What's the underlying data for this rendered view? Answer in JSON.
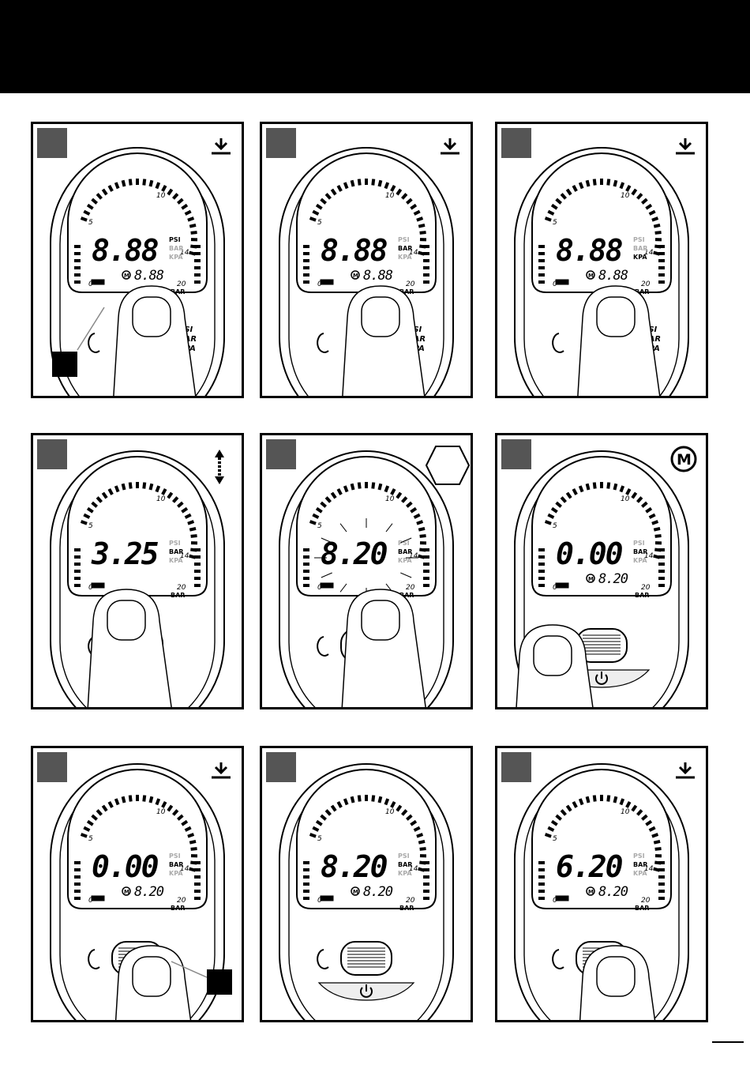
{
  "panels": [
    {
      "main": "8.88",
      "sub": "8.88",
      "units": [
        "PSI",
        "BAR",
        "KPA"
      ],
      "active": "PSI",
      "corner": "download-icon",
      "memory": true
    },
    {
      "main": "8.88",
      "sub": "8.88",
      "units": [
        "PSI",
        "BAR",
        "KPA"
      ],
      "active": "BAR",
      "corner": "download-icon",
      "memory": true
    },
    {
      "main": "8.88",
      "sub": "8.88",
      "units": [
        "PSI",
        "BAR",
        "KPA"
      ],
      "active": "KPA",
      "corner": "download-icon",
      "memory": true
    },
    {
      "main": "3.25",
      "sub": "",
      "units": [
        "PSI",
        "BAR",
        "KPA"
      ],
      "active": "BAR",
      "corner": "updown-icon",
      "memory": false
    },
    {
      "main": "8.20",
      "sub": "",
      "units": [
        "PSI",
        "BAR",
        "KPA"
      ],
      "active": "BAR",
      "corner": "hexagon-icon",
      "memory": false
    },
    {
      "main": "0.00",
      "sub": "8.20",
      "units": [
        "PSI",
        "BAR",
        "KPA"
      ],
      "active": "BAR",
      "corner": "memory-icon",
      "memory": true
    },
    {
      "main": "0.00",
      "sub": "8.20",
      "units": [
        "PSI",
        "BAR",
        "KPA"
      ],
      "active": "BAR",
      "corner": "download-icon",
      "memory": true
    },
    {
      "main": "8.20",
      "sub": "8.20",
      "units": [
        "PSI",
        "BAR",
        "KPA"
      ],
      "active": "BAR",
      "corner": "",
      "memory": true
    },
    {
      "main": "6.20",
      "sub": "8.20",
      "units": [
        "PSI",
        "BAR",
        "KPA"
      ],
      "active": "BAR",
      "corner": "download-icon",
      "memory": true
    }
  ],
  "scale": {
    "labels": [
      "0",
      "5",
      "10",
      "14",
      "20"
    ],
    "unit": "BAR"
  },
  "side_buttons": {
    "psi": "PSI",
    "bar": "BAR",
    "kpa": "KPA"
  },
  "memory_glyph": "M"
}
